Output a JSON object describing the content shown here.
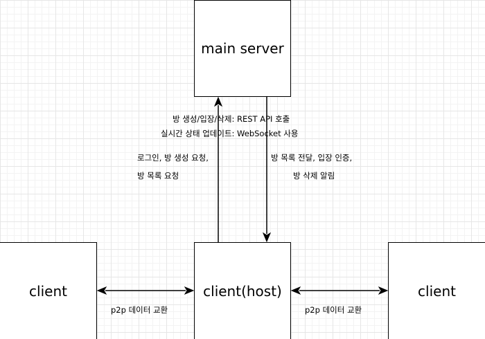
{
  "nodes": {
    "main_server": "main server",
    "client_left": "client",
    "client_host": "client(host)",
    "client_right": "client"
  },
  "labels": {
    "server_note_1": "방 생성/입장/삭제: REST API 호출",
    "server_note_2": "실시간 상태 업데이트: WebSocket 사용",
    "up_request_1": "로그인, 방 생성 요청,",
    "up_request_2": "방 목록 요청",
    "down_response_1": "방 목록 전달, 입장 인증,",
    "down_response_2": "방 삭제 알림",
    "p2p_left": "p2p 데이터 교환",
    "p2p_right": "p2p 데이터 교환"
  },
  "colors": {
    "line": "#000000",
    "box_border": "#000000",
    "grid": "#e6e6e6"
  }
}
